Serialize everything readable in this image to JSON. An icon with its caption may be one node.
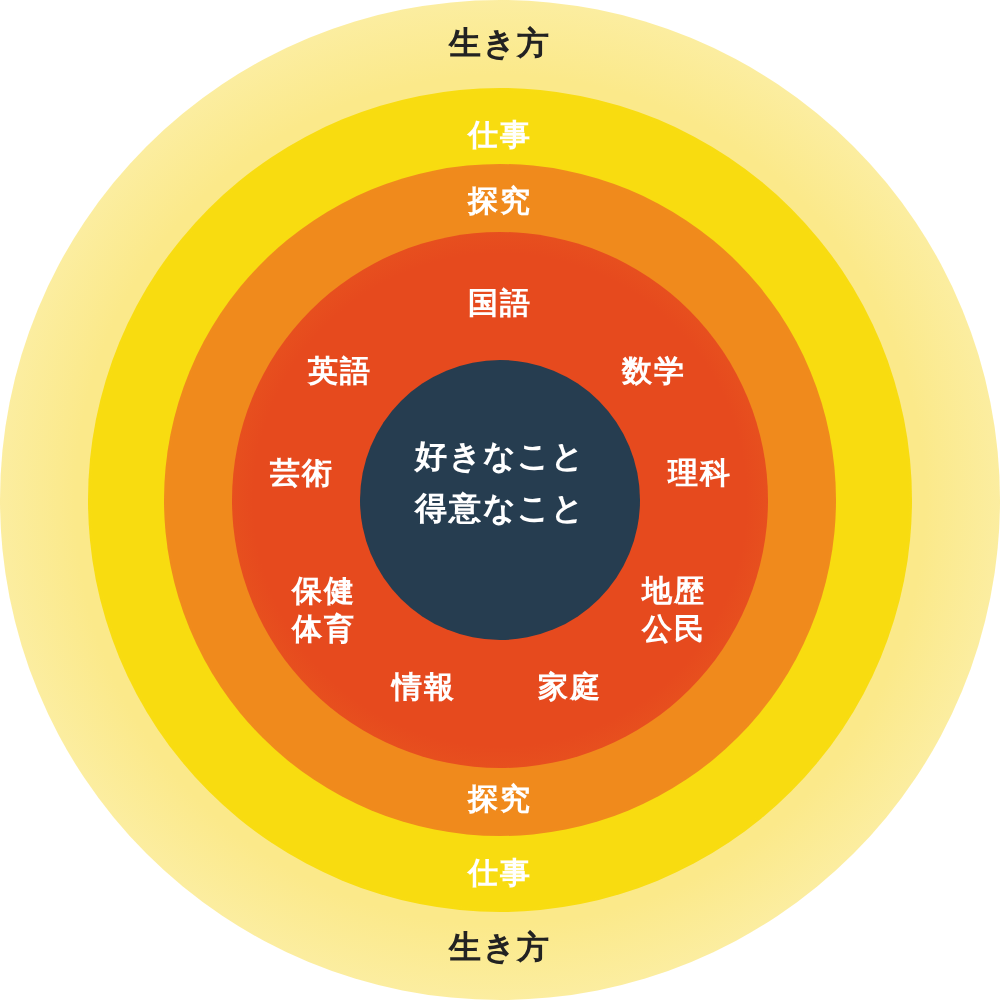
{
  "diagram": {
    "nodes": [
      {
        "text": [
          "生き方",
          "生き方"
        ]
      },
      {
        "text": [
          "仕事",
          "仕事"
        ],
        "in": 0
      },
      {
        "text": [
          "探究",
          "探究"
        ],
        "in": 1
      },
      {
        "text": [
          "国語",
          "数学",
          "理科",
          "地歴公民",
          "家庭",
          "情報",
          "保健体育",
          "芸術",
          "英語"
        ],
        "in": 2
      },
      {
        "text": [
          "好きなこと得意なこと"
        ],
        "in": 3
      }
    ]
  }
}
